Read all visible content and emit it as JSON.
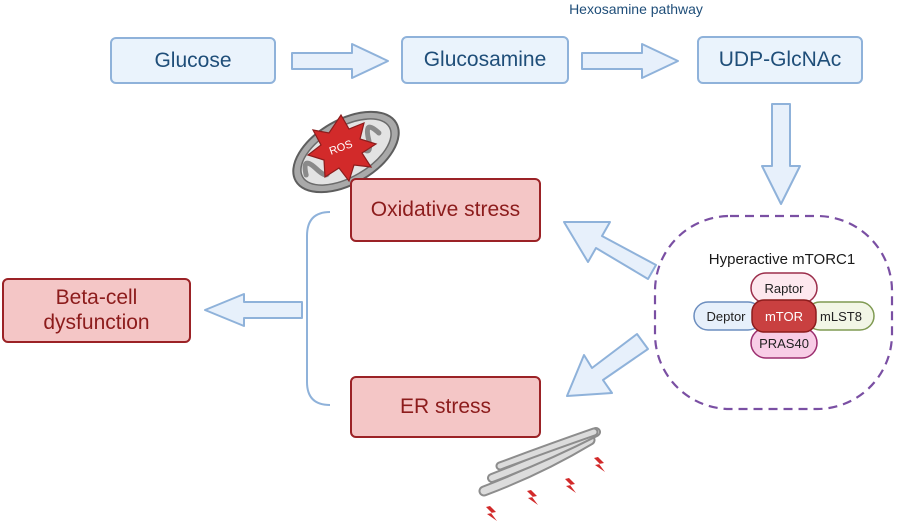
{
  "header": {
    "pathway_label": "Hexosamine pathway"
  },
  "pathway": {
    "glucose": "Glucose",
    "glucosamine": "Glucosamine",
    "udp_glcnac": "UDP-GlcNAc"
  },
  "mitochondrion": {
    "ros_label": "ROS"
  },
  "stress": {
    "oxidative": "Oxidative stress",
    "er": "ER stress"
  },
  "outcome": {
    "line1": "Beta-cell",
    "line2": "dysfunction"
  },
  "mtorc1": {
    "title": "Hyperactive mTORC1",
    "raptor": "Raptor",
    "deptor": "Deptor",
    "mtor": "mTOR",
    "mlst8": "mLST8",
    "pras40": "PRAS40"
  },
  "colors": {
    "blue_fill": "#eaf3fc",
    "blue_border": "#8fb2da",
    "red_fill": "#f4c6c6",
    "red_border": "#9b2226",
    "mtor": "#c94040",
    "dashed": "#7a4fa3"
  },
  "icons": [
    "mitochondrion-icon",
    "ros-burst-icon",
    "endoplasmic-reticulum-icon",
    "stress-lightning-icon"
  ]
}
